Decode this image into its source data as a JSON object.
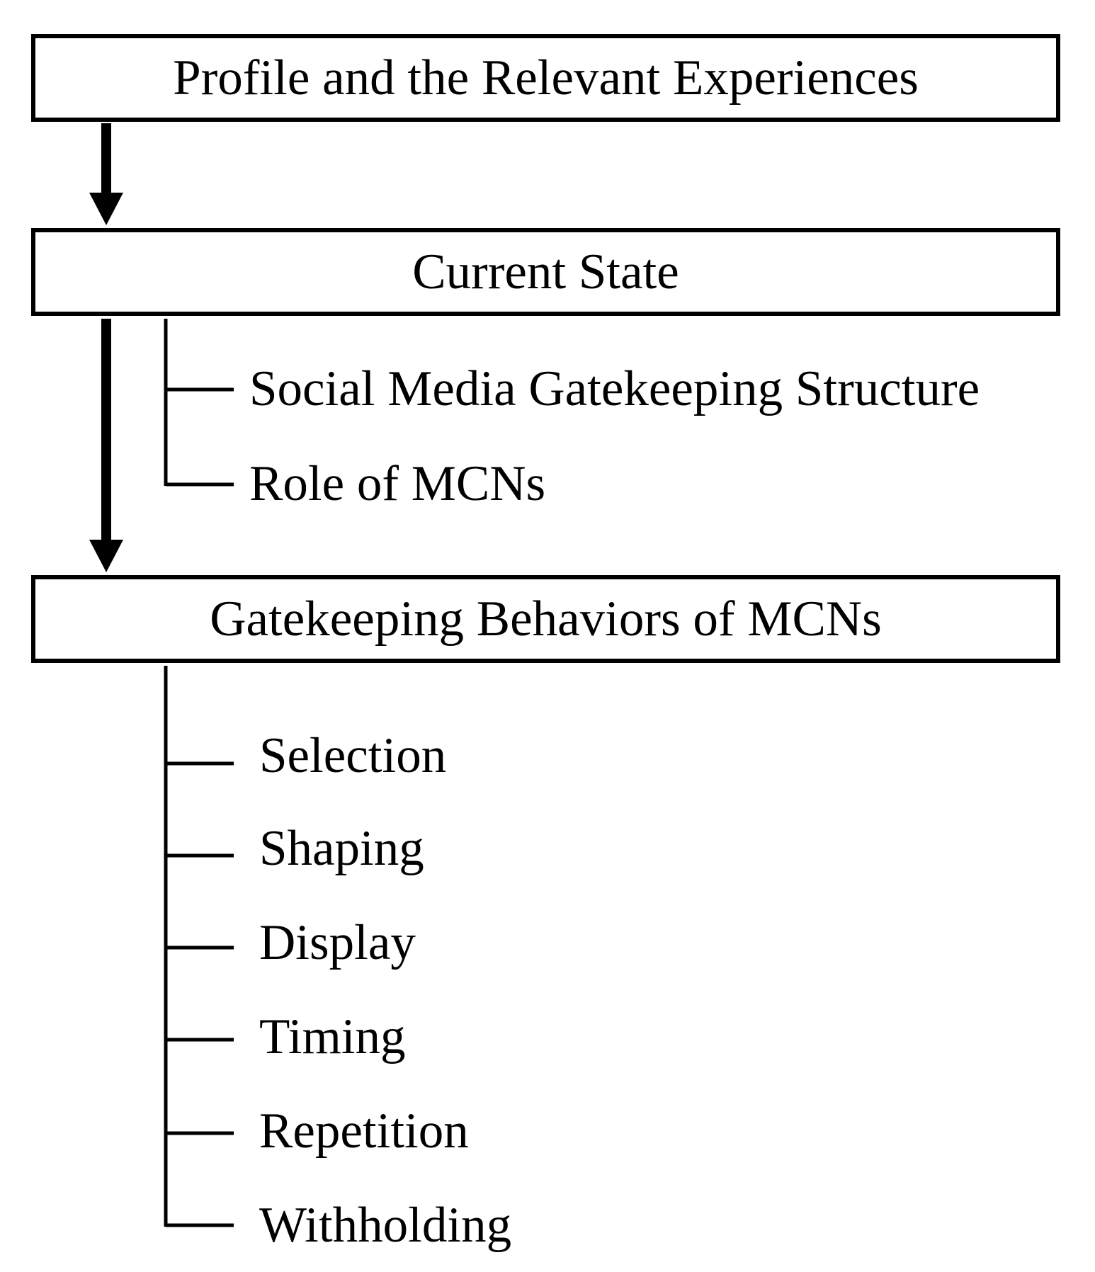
{
  "nodes": {
    "profile": "Profile and the Relevant Experiences",
    "current_state": "Current State",
    "gatekeeping_behaviors": "Gatekeeping Behaviors of MCNs"
  },
  "current_state_items": [
    "Social Media Gatekeeping Structure",
    "Role of MCNs"
  ],
  "behavior_items": [
    "Selection",
    "Shaping",
    "Display",
    "Timing",
    "Repetition",
    "Withholding"
  ],
  "colors": {
    "line": "#000000",
    "background": "#ffffff"
  }
}
